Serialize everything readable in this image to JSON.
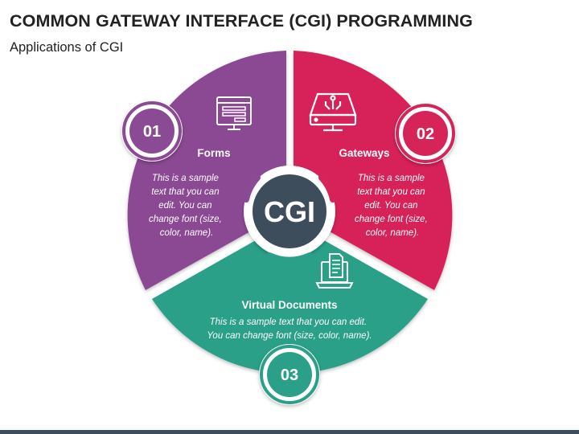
{
  "title": "COMMON GATEWAY INTERFACE (CGI) PROGRAMMING",
  "subtitle": "Applications of CGI",
  "center": {
    "label": "CGI"
  },
  "segments": [
    {
      "number": "01",
      "title": "Forms",
      "desc": [
        "This is a sample",
        "text that you can",
        "edit. You can",
        "change font (size,",
        "color, name)."
      ],
      "color": "#8b4a94",
      "icon": "form-icon"
    },
    {
      "number": "02",
      "title": "Gateways",
      "desc": [
        "This is a sample",
        "text that you can",
        "edit. You can",
        "change font (size,",
        "color, name)."
      ],
      "color": "#d62459",
      "icon": "gateway-router-icon"
    },
    {
      "number": "03",
      "title": "Virtual Documents",
      "desc": [
        "This is a sample text that you can edit.",
        "You can change font (size, color, name)."
      ],
      "color": "#2ba088",
      "icon": "laptop-document-icon"
    }
  ],
  "colors": {
    "center": "#3e4d5c",
    "ring": "#ffffff"
  }
}
